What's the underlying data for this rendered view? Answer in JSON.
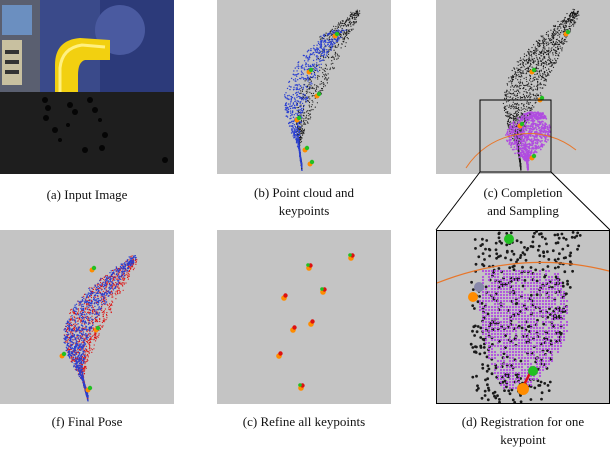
{
  "captions": {
    "a": "(a) Input Image",
    "b_line1": "(b) Point cloud and",
    "b_line2": "keypoints",
    "c_line1": "(c) Completion",
    "c_line2": "and Sampling",
    "f": "(f) Final Pose",
    "c2": "(c) Refine all keypoints",
    "d_line1": "(d) Registration for one",
    "d_line2": "keypoint"
  },
  "colors": {
    "panel_bg": "#c4c4c4",
    "cloud_black": "#1a1a1a",
    "cloud_blue": "#2a3fd0",
    "purple": "#b04de0",
    "keypoint_green": "#22c022",
    "keypoint_orange": "#ff8c00",
    "keypoint_red": "#dd1111",
    "circle_orange": "#e8762a"
  }
}
